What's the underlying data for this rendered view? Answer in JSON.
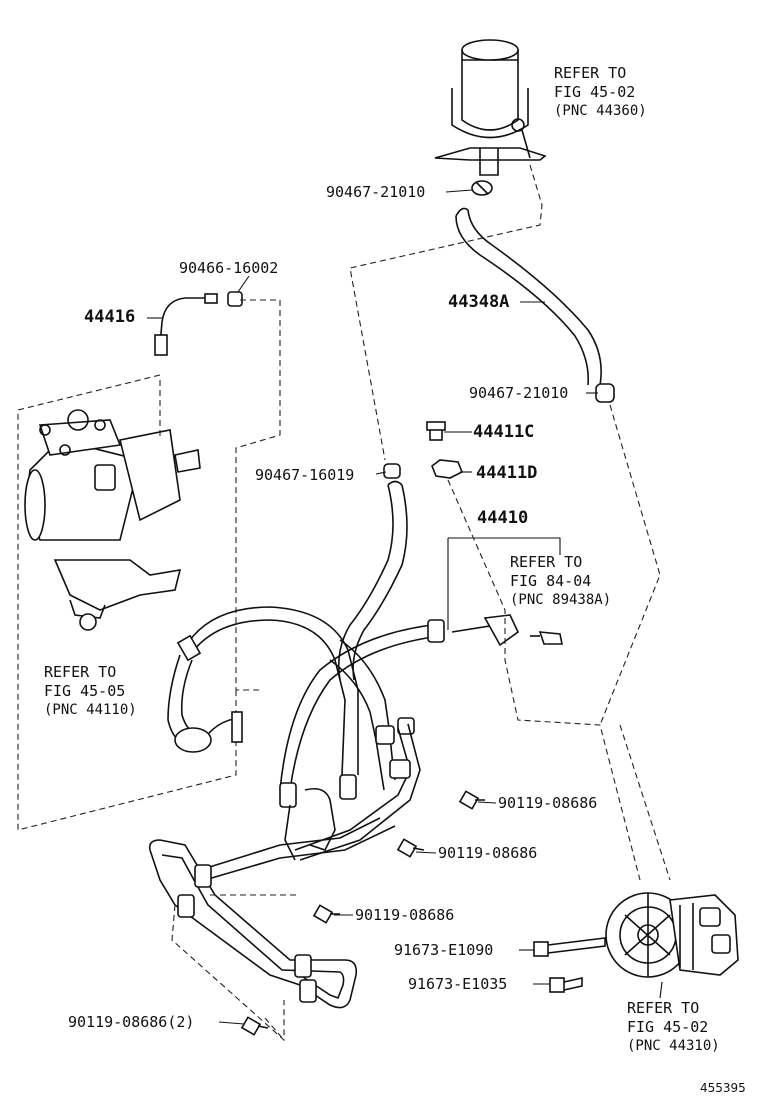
{
  "figure_number": "455395",
  "part_labels": {
    "clamp_top": "90467-21010",
    "clamp_mid": "90467-21010",
    "hose_return": "44348A",
    "clip_upper": "90466-16002",
    "tube_gear": "44416",
    "union_bolt": "44411C",
    "gasket": "44411D",
    "clamp_left": "90467-16019",
    "pressure_hose": "44410",
    "bolt_1": "90119-08686",
    "bolt_2": "90119-08686",
    "bolt_3": "90119-08686",
    "bolt_4": "90119-08686(2)",
    "pump_bolt_long": "91673-E1090",
    "pump_bolt_short": "91673-E1035"
  },
  "references": {
    "reservoir": {
      "line1": "REFER TO",
      "line2": "FIG 45-02",
      "line3": "(PNC 44360)"
    },
    "sensor": {
      "line1": "REFER TO",
      "line2": "FIG 84-04",
      "line3": "(PNC 89438A)"
    },
    "gear": {
      "line1": "REFER TO",
      "line2": "FIG 45-05",
      "line3": "(PNC 44110)"
    },
    "pump": {
      "line1": "REFER TO",
      "line2": "FIG 45-02",
      "line3": "(PNC 44310)"
    }
  }
}
